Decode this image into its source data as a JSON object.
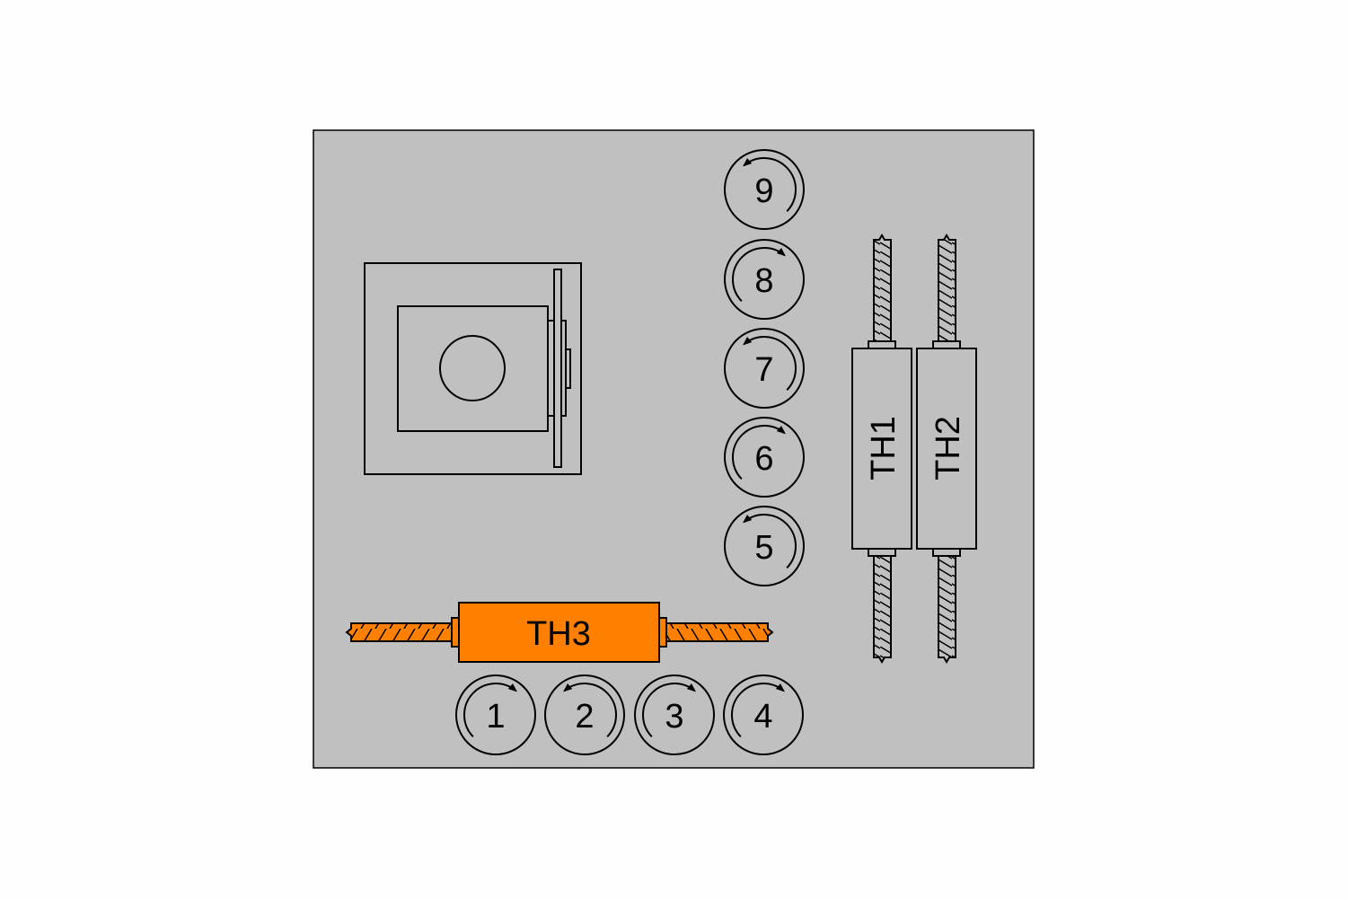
{
  "colors": {
    "panel": "#C0C0C0",
    "stroke": "#000000",
    "th3_fill": "#FF8000",
    "background": "#FEFEFE"
  },
  "heaters": {
    "th1": "TH1",
    "th2": "TH2",
    "th3": "TH3"
  },
  "rollers": [
    {
      "label": "1",
      "direction": "clockwise"
    },
    {
      "label": "2",
      "direction": "counterclockwise"
    },
    {
      "label": "3",
      "direction": "clockwise"
    },
    {
      "label": "4",
      "direction": "clockwise"
    },
    {
      "label": "5",
      "direction": "counterclockwise"
    },
    {
      "label": "6",
      "direction": "clockwise"
    },
    {
      "label": "7",
      "direction": "counterclockwise"
    },
    {
      "label": "8",
      "direction": "clockwise"
    },
    {
      "label": "9",
      "direction": "counterclockwise"
    }
  ]
}
